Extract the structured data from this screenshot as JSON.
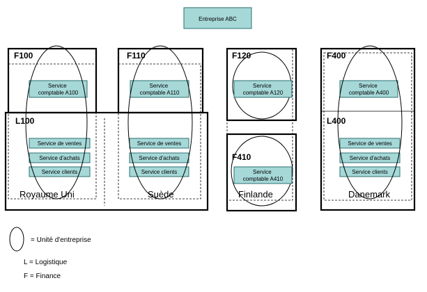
{
  "colors": {
    "box_fill": "#a6d8d8",
    "box_stroke": "#2e6f6f",
    "line": "#000000"
  },
  "title": "Entreprise ABC",
  "countries": {
    "uk": {
      "name": "Royaume Uni",
      "finance_code": "F100",
      "finance_service": [
        "Service",
        "comptable  A100"
      ],
      "logistics_code": "L100",
      "services": [
        "Service de ventes",
        "Service d'achats",
        "Service clients"
      ]
    },
    "se": {
      "name": "Suède",
      "finance_code": "F110",
      "finance_service": [
        "Service",
        "comptable  A110"
      ],
      "services": [
        "Service de ventes",
        "Service d'achats",
        "Service clients"
      ]
    },
    "fi": {
      "name": "Finlande",
      "finance_code": "F120",
      "finance_service": [
        "Service",
        "comptable  A120"
      ],
      "finance2_code": "F410",
      "finance2_service": [
        "Service",
        "comptable  A410"
      ]
    },
    "dk": {
      "name": "Danemark",
      "finance_code": "F400",
      "finance_service": [
        "Service",
        "comptable A400"
      ],
      "logistics_code": "L400",
      "services": [
        "Service de ventes",
        "Service d'achats",
        "Service clients"
      ]
    }
  },
  "legend": {
    "ellipse": "= Unité d'entreprise",
    "logistics": "L = Logistique",
    "finance": "F = Finance"
  }
}
